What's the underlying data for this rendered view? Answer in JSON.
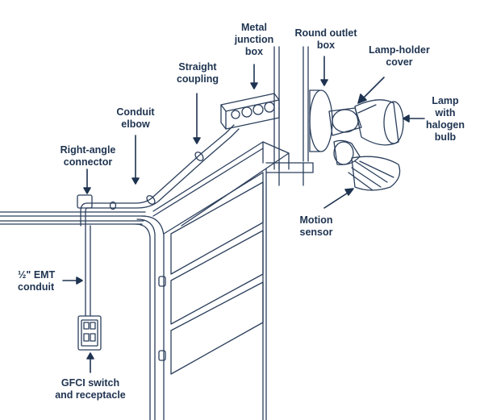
{
  "labels": {
    "metal_junction_box": "Metal\njunction\nbox",
    "round_outlet_box": "Round outlet\nbox",
    "lamp_holder_cover": "Lamp-holder\ncover",
    "straight_coupling": "Straight\ncoupling",
    "conduit_elbow": "Conduit\nelbow",
    "right_angle_connector": "Right-angle\nconnector",
    "lamp_with_halogen_bulb": "Lamp\nwith\nhalogen\nbulb",
    "motion_sensor": "Motion\nsensor",
    "emt_conduit": "½\" EMT\nconduit",
    "gfci": "GFCI switch\nand receptacle"
  },
  "colors": {
    "ink": "#1e3350",
    "line": "#2b3f5c",
    "background": "#ffffff"
  }
}
